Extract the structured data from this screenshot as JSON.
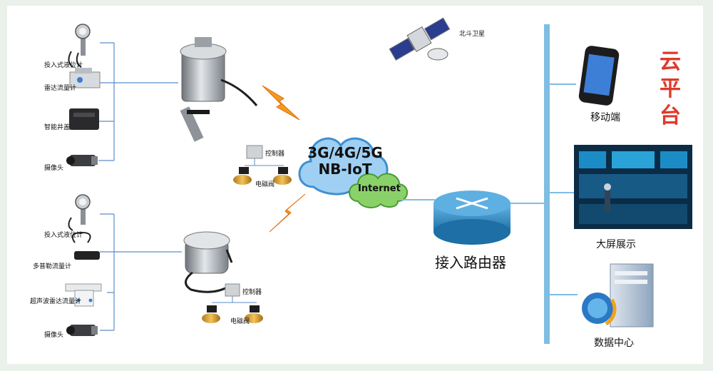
{
  "satellite": {
    "label": "北斗卫星"
  },
  "network_cloud": {
    "line1": "3G/4G/5G",
    "line2": "NB-IoT",
    "internet": "Internet"
  },
  "router": {
    "label": "接入路由器"
  },
  "platform": {
    "label_chars": [
      "云",
      "平",
      "台"
    ]
  },
  "endpoints": {
    "mobile": "移动端",
    "screen": "大屏展示",
    "datacenter": "数据中心"
  },
  "station1": {
    "sensors": [
      "投入式液位计",
      "雷达流量计",
      "智能井盖",
      "摄像头"
    ],
    "controller": "控制器",
    "valve": "电磁阀"
  },
  "station2": {
    "sensors": [
      "投入式液位计",
      "多普勒流量计",
      "超声波雷达流量计",
      "摄像头"
    ],
    "controller": "控制器",
    "valve": "电磁阀"
  },
  "colors": {
    "panel": "#ffffff",
    "connector": "#5b8ec9",
    "bus": "#7fbde3",
    "router": "#3a92c8",
    "cloud_blue": "#9fd0f3",
    "cloud_green": "#8bd16a",
    "platform_text": "#e0392b",
    "lightning": "#f39a1d"
  }
}
